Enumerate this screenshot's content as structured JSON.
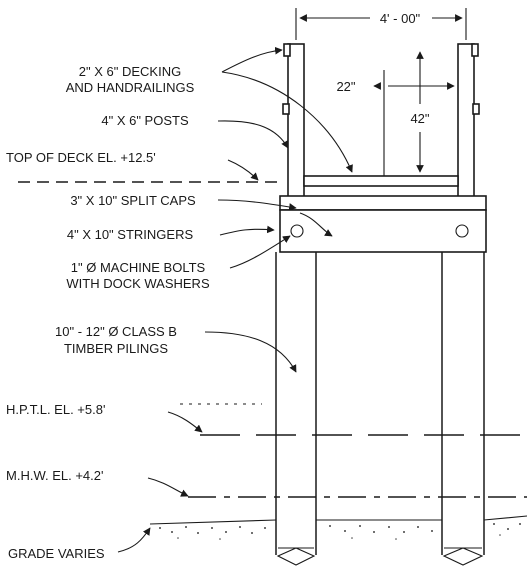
{
  "labels": {
    "decking_line1": "2\" X 6\" DECKING",
    "decking_line2": "AND HANDRAILINGS",
    "posts": "4\" X 6\" POSTS",
    "top_of_deck": "TOP OF DECK EL. +12.5'",
    "split_caps": "3\" X 10\" SPLIT CAPS",
    "stringers": "4\" X 10\" STRINGERS",
    "bolts_line1": "1\" Ø MACHINE BOLTS",
    "bolts_line2": "WITH DOCK WASHERS",
    "pilings_line1": "10\" - 12\" Ø CLASS B",
    "pilings_line2": "TIMBER PILINGS",
    "hptl": "H.P.T.L. EL. +5.8'",
    "mhw": "M.H.W. EL. +4.2'",
    "grade": "GRADE VARIES"
  },
  "dimensions": {
    "width": "4' - 00\"",
    "offset": "22\"",
    "rail_height": "42\""
  },
  "elevations_ft": {
    "top_of_deck": 12.5,
    "hptl": 5.8,
    "mhw": 4.2
  }
}
